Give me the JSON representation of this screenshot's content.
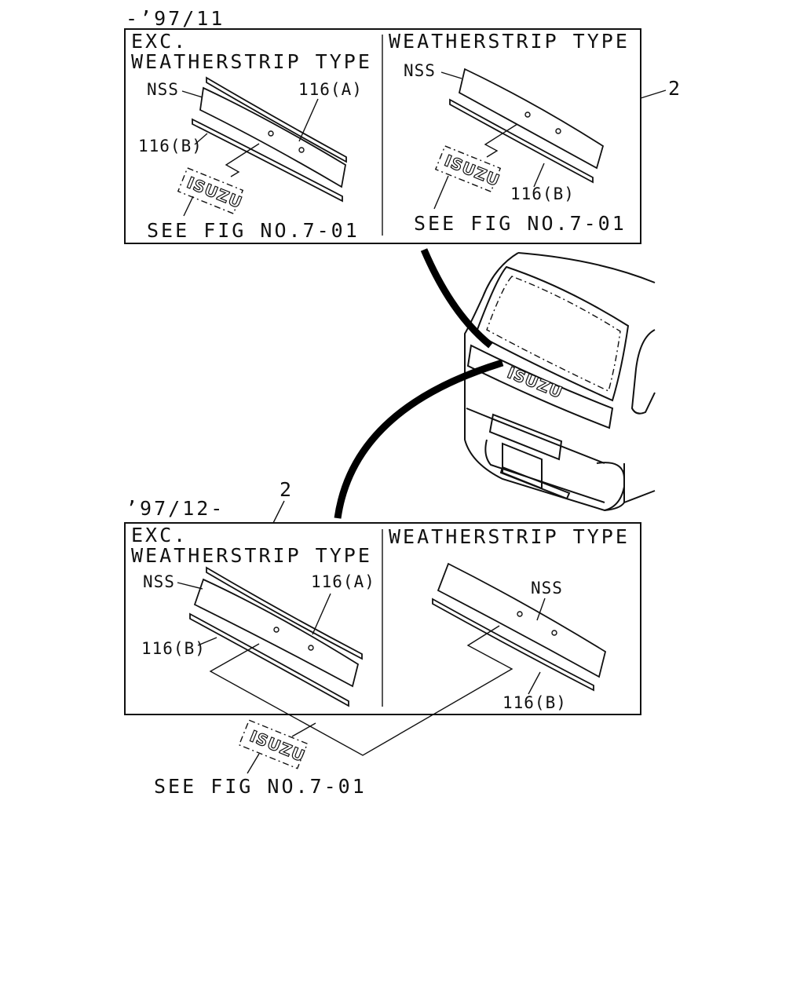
{
  "top_group": {
    "period_label": "-’97/11",
    "ref_number": "2",
    "left_panel": {
      "title_line1": "EXC.",
      "title_line2": "WEATHERSTRIP TYPE",
      "nss_label": "NSS",
      "part_a_label": "116(A)",
      "part_b_label": "116(B)",
      "see_fig_label": "SEE FIG NO.7-01"
    },
    "right_panel": {
      "title": "WEATHERSTRIP TYPE",
      "nss_label": "NSS",
      "part_b_label": "116(B)",
      "see_fig_label": "SEE FIG NO.7-01"
    }
  },
  "bottom_group": {
    "period_label": "’97/12-",
    "ref_number": "2",
    "left_panel": {
      "title_line1": "EXC.",
      "title_line2": "WEATHERSTRIP TYPE",
      "nss_label": "NSS",
      "part_a_label": "116(A)",
      "part_b_label": "116(B)"
    },
    "right_panel": {
      "title": "WEATHERSTRIP TYPE",
      "nss_label": "NSS",
      "part_b_label": "116(B)"
    },
    "see_fig_label": "SEE FIG NO.7-01"
  },
  "emblem_text": "ISUZU",
  "colors": {
    "line": "#111111",
    "background": "#ffffff"
  }
}
